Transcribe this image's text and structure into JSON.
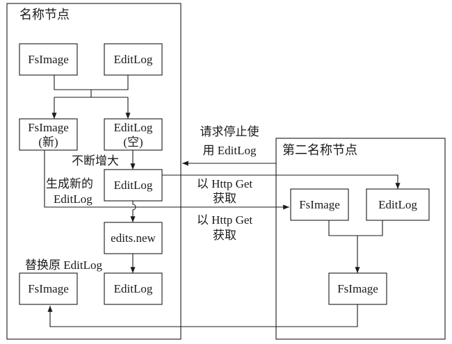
{
  "namenode": {
    "title": "名称节点",
    "fsimage1": "FsImage",
    "editlog1": "EditLog",
    "fsimage2_line1": "FsImage",
    "fsimage2_line2": "(新)",
    "editlog2_line1": "EditLog",
    "editlog2_line2": "(空)",
    "editlog3": "EditLog",
    "edits_new": "edits.new",
    "fsimage4": "FsImage",
    "editlog4": "EditLog",
    "label_grow": "不断增大",
    "label_gen_line1": "生成新的",
    "label_gen_line2": "EditLog",
    "label_replace": "替换原 EditLog"
  },
  "secondary": {
    "title": "第二名称节点",
    "fsimage_a": "FsImage",
    "editlog_a": "EditLog",
    "fsimage_merged": "FsImage"
  },
  "messages": {
    "stop_line1": "请求停止使",
    "stop_line2": "用 EditLog",
    "http1_line1": "以 Http Get",
    "http1_line2": "获取",
    "http2_line1": "以 Http Get",
    "http2_line2": "获取"
  }
}
